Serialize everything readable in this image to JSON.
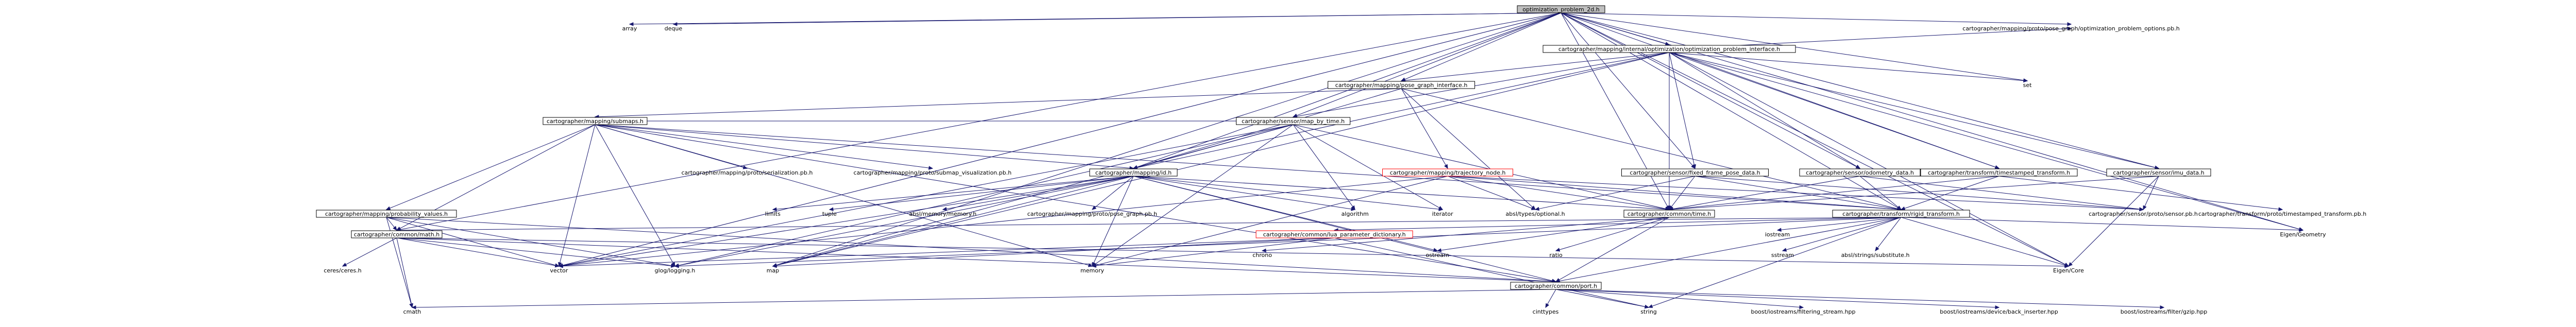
{
  "nodes": [
    {
      "id": "root",
      "label": "optimization_problem_2d.h",
      "kind": "root"
    },
    {
      "id": "array",
      "label": "array",
      "kind": "plain"
    },
    {
      "id": "deque",
      "label": "deque",
      "kind": "plain"
    },
    {
      "id": "opi",
      "label": "cartographer/mapping/internal/optimization/optimization_problem_interface.h",
      "kind": "box"
    },
    {
      "id": "posegraph_options",
      "label": "cartographer/mapping/proto/pose_graph/optimization_problem_options.pb.h",
      "kind": "plain"
    },
    {
      "id": "pgi",
      "label": "cartographer/mapping/pose_graph_interface.h",
      "kind": "box"
    },
    {
      "id": "set",
      "label": "set",
      "kind": "plain"
    },
    {
      "id": "mbt",
      "label": "cartographer/sensor/map_by_time.h",
      "kind": "box"
    },
    {
      "id": "submaps",
      "label": "cartographer/mapping/submaps.h",
      "kind": "box"
    },
    {
      "id": "id",
      "label": "cartographer/mapping/id.h",
      "kind": "box"
    },
    {
      "id": "traj_node",
      "label": "cartographer/mapping/trajectory_node.h",
      "kind": "red"
    },
    {
      "id": "fixed_frame",
      "label": "cartographer/sensor/fixed_frame_pose_data.h",
      "kind": "box"
    },
    {
      "id": "odometry",
      "label": "cartographer/sensor/odometry_data.h",
      "kind": "box"
    },
    {
      "id": "timed_rigid",
      "label": "cartographer/transform/timestamped_transform.h",
      "kind": "box"
    },
    {
      "id": "imu",
      "label": "cartographer/sensor/imu_data.h",
      "kind": "box"
    },
    {
      "id": "serialization",
      "label": "cartographer/mapping/proto/serialization.pb.h",
      "kind": "plain"
    },
    {
      "id": "submap_vis",
      "label": "cartographer/mapping/proto/submap_visualization.pb.h",
      "kind": "plain"
    },
    {
      "id": "prob_values",
      "label": "cartographer/mapping/probability_values.h",
      "kind": "box"
    },
    {
      "id": "limits",
      "label": "limits",
      "kind": "plain"
    },
    {
      "id": "tuple",
      "label": "tuple",
      "kind": "plain"
    },
    {
      "id": "absl_memory",
      "label": "absl/memory/memory.h",
      "kind": "plain"
    },
    {
      "id": "pose_graph_pb",
      "label": "cartographer/mapping/proto/pose_graph.pb.h",
      "kind": "plain"
    },
    {
      "id": "algorithm",
      "label": "algorithm",
      "kind": "plain"
    },
    {
      "id": "iterator",
      "label": "iterator",
      "kind": "plain"
    },
    {
      "id": "absl_optional",
      "label": "absl/types/optional.h",
      "kind": "plain"
    },
    {
      "id": "time",
      "label": "cartographer/common/time.h",
      "kind": "box"
    },
    {
      "id": "rigid",
      "label": "cartographer/transform/rigid_transform.h",
      "kind": "box"
    },
    {
      "id": "sensor_pb",
      "label": "cartographer/sensor/proto/sensor.pb.h",
      "kind": "plain"
    },
    {
      "id": "timed_pb",
      "label": "cartographer/transform/proto/timestamped_transform.pb.h",
      "kind": "plain"
    },
    {
      "id": "eigen_geom",
      "label": "Eigen/Geometry",
      "kind": "plain"
    },
    {
      "id": "common_math",
      "label": "cartographer/common/math.h",
      "kind": "box"
    },
    {
      "id": "lua",
      "label": "cartographer/common/lua_parameter_dictionary.h",
      "kind": "red"
    },
    {
      "id": "chrono",
      "label": "chrono",
      "kind": "plain"
    },
    {
      "id": "ostream",
      "label": "ostream",
      "kind": "plain"
    },
    {
      "id": "ratio",
      "label": "ratio",
      "kind": "plain"
    },
    {
      "id": "iostream",
      "label": "iostream",
      "kind": "plain"
    },
    {
      "id": "sstream",
      "label": "sstream",
      "kind": "plain"
    },
    {
      "id": "absl_sub",
      "label": "absl/strings/substitute.h",
      "kind": "plain"
    },
    {
      "id": "eigen_core",
      "label": "Eigen/Core",
      "kind": "plain"
    },
    {
      "id": "ceres",
      "label": "ceres/ceres.h",
      "kind": "plain"
    },
    {
      "id": "vector",
      "label": "vector",
      "kind": "plain"
    },
    {
      "id": "glog",
      "label": "glog/logging.h",
      "kind": "plain"
    },
    {
      "id": "map",
      "label": "map",
      "kind": "plain"
    },
    {
      "id": "memory",
      "label": "memory",
      "kind": "plain"
    },
    {
      "id": "port",
      "label": "cartographer/common/port.h",
      "kind": "box"
    },
    {
      "id": "cmath",
      "label": "cmath",
      "kind": "plain"
    },
    {
      "id": "cinttypes",
      "label": "cinttypes",
      "kind": "plain"
    },
    {
      "id": "string",
      "label": "string",
      "kind": "plain"
    },
    {
      "id": "filt_stream",
      "label": "boost/iostreams/filtering_stream.hpp",
      "kind": "plain"
    },
    {
      "id": "back_ins",
      "label": "boost/iostreams/device/back_inserter.hpp",
      "kind": "plain"
    },
    {
      "id": "gzip",
      "label": "boost/iostreams/filter/gzip.hpp",
      "kind": "plain"
    }
  ]
}
